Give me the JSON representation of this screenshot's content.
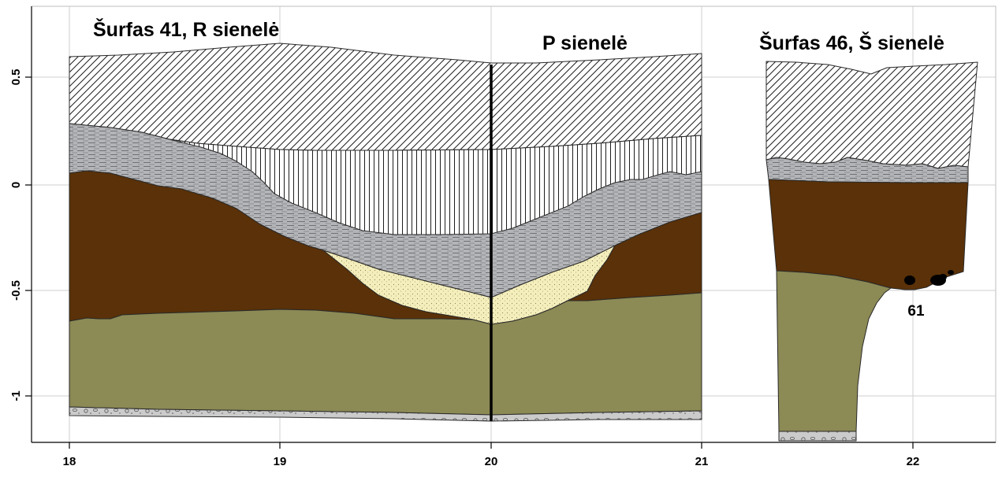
{
  "titles": {
    "left": "Šurfas 41, R sienelė",
    "middle": "P sienelė",
    "right": "Šurfas 46, Š sienelė"
  },
  "feature_label": "61",
  "x_axis": {
    "ticks": [
      "18",
      "19",
      "20",
      "21",
      "22"
    ]
  },
  "y_axis": {
    "ticks": [
      "0.5",
      "0",
      "-0.5",
      "-1"
    ]
  },
  "colors": {
    "brown_layer": "#5a3108",
    "olive_layer": "#8c8a55",
    "yellow_layer": "#f4eebc",
    "gray_layer": "#b4b5b8",
    "stones": "#000000"
  }
}
